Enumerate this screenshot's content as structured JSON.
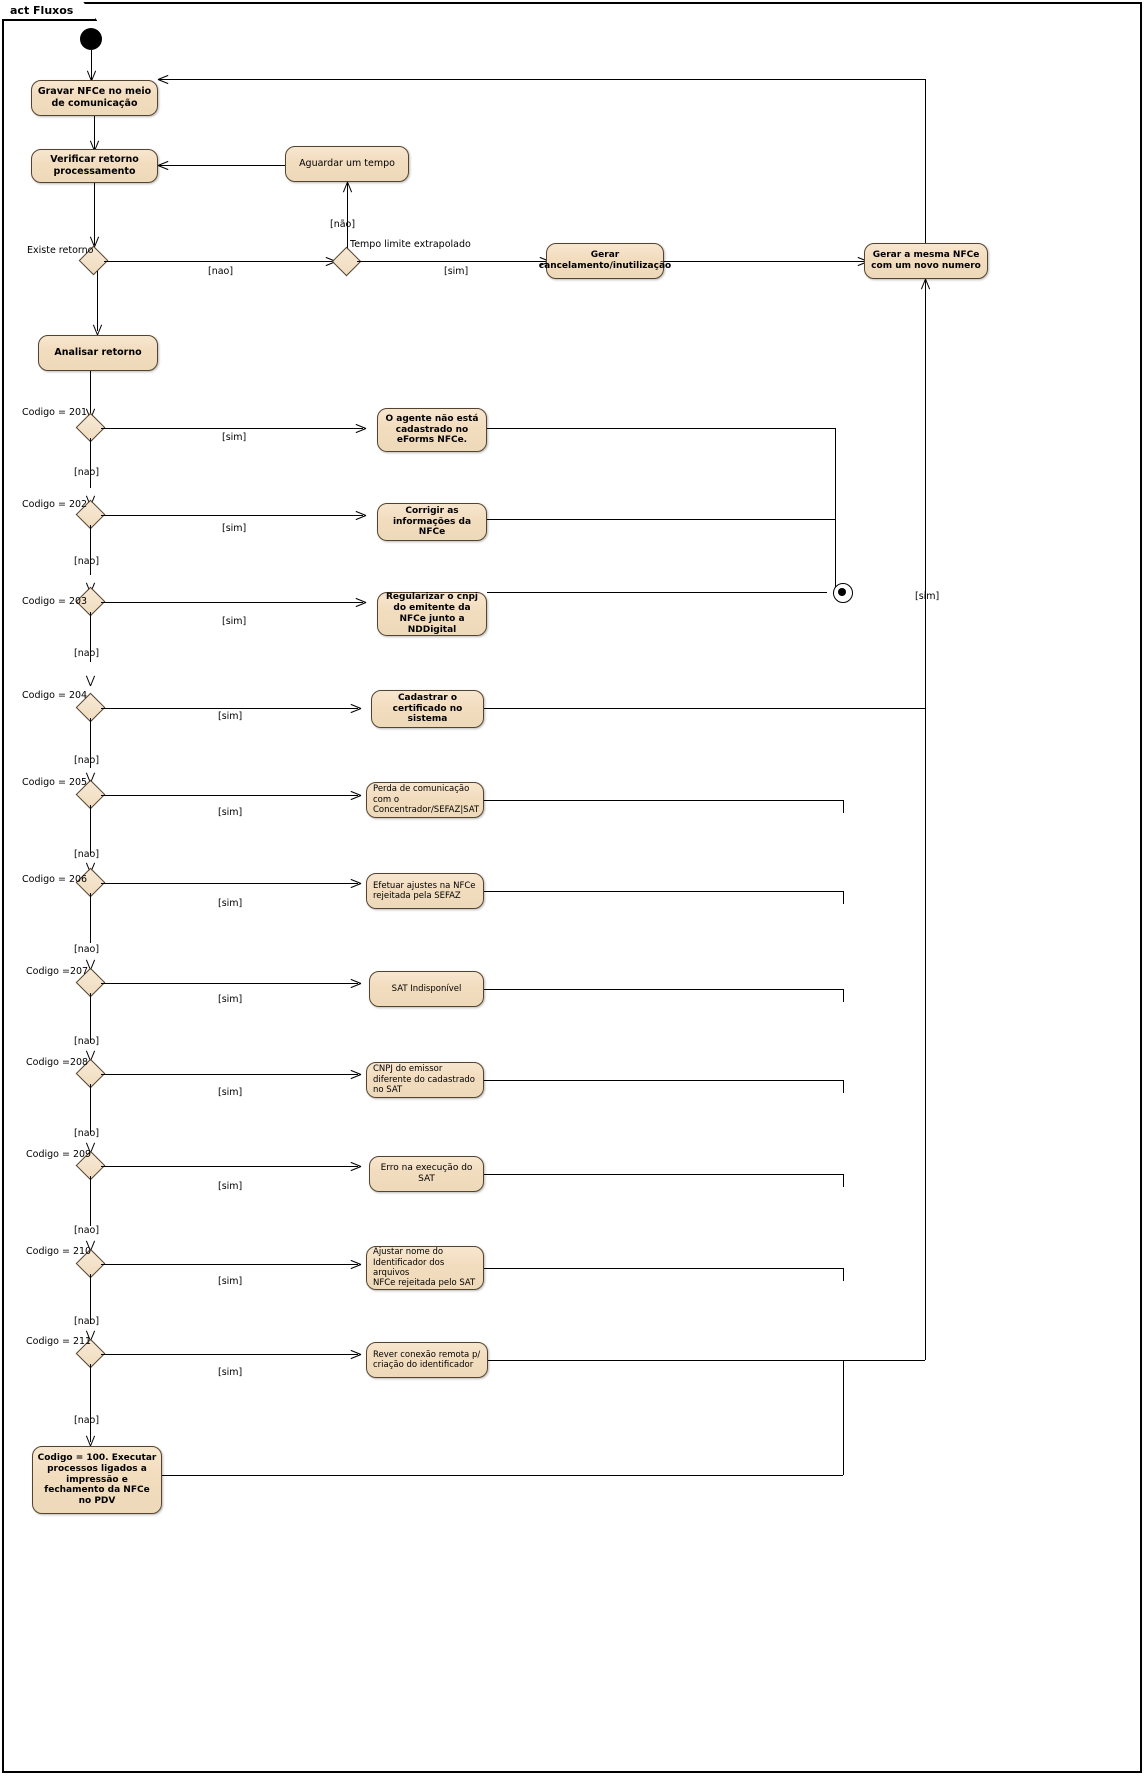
{
  "diagram": {
    "frame_label": "act Fluxos",
    "type": "uml-activity-diagram"
  },
  "nodes": {
    "initial": "initial-node",
    "final": "activity-final-node",
    "gravar": "Gravar NFCe no meio de comunicação",
    "verificar": "Verificar retorno processamento",
    "aguardar": "Aguardar um tempo",
    "analisar": "Analisar retorno",
    "gerar_cancel": "Gerar cancelamento/inutilização",
    "gerar_mesma": "Gerar a mesma NFCe com um novo numero",
    "a201": "O agente não está cadastrado no eForms NFCe.",
    "a202": "Corrigir as informações da NFCe",
    "a203": "Regularizar o cnpj do emitente da NFCe junto a NDDigital",
    "a204": "Cadastrar o certificado no sistema",
    "a205": "Perda de comunicação com o Concentrador/SEFAZ|SAT",
    "a206": "Efetuar ajustes na NFCe rejeitada pela SEFAZ",
    "a207": "SAT Indisponível",
    "a208": "CNPJ do emissor diferente do cadastrado no SAT",
    "a209": "Erro na execução do SAT",
    "a210": "Ajustar nome do Identificador dos arquivos\nNFCe rejeitada pelo SAT",
    "a211": "Rever conexão remota p/ criação do identificador",
    "a100": "Codigo = 100. Executar processos ligados a impressão e fechamento da NFCe no PDV"
  },
  "guards": {
    "existe_retorno": "Existe retorno",
    "tempo_limite": "Tempo limite extrapolado",
    "c201": "Codigo = 201",
    "c202": "Codigo = 202",
    "c203": "Codigo = 203",
    "c204": "Codigo = 204",
    "c205": "Codigo = 205",
    "c206": "Codigo = 206",
    "c207": "Codigo =207",
    "c208": "Codigo =208",
    "c209": "Codigo = 209",
    "c210": "Codigo = 210",
    "c211": "Codigo = 211"
  },
  "edge_labels": {
    "nao_lower": "[nao]",
    "nao_accent": "[não]",
    "sim": "[sim]"
  },
  "colors": {
    "node_fill": "#f2dcbe",
    "node_fill_light": "#f7e6cf",
    "node_border": "#54432e",
    "line": "#000000",
    "background": "#ffffff"
  }
}
